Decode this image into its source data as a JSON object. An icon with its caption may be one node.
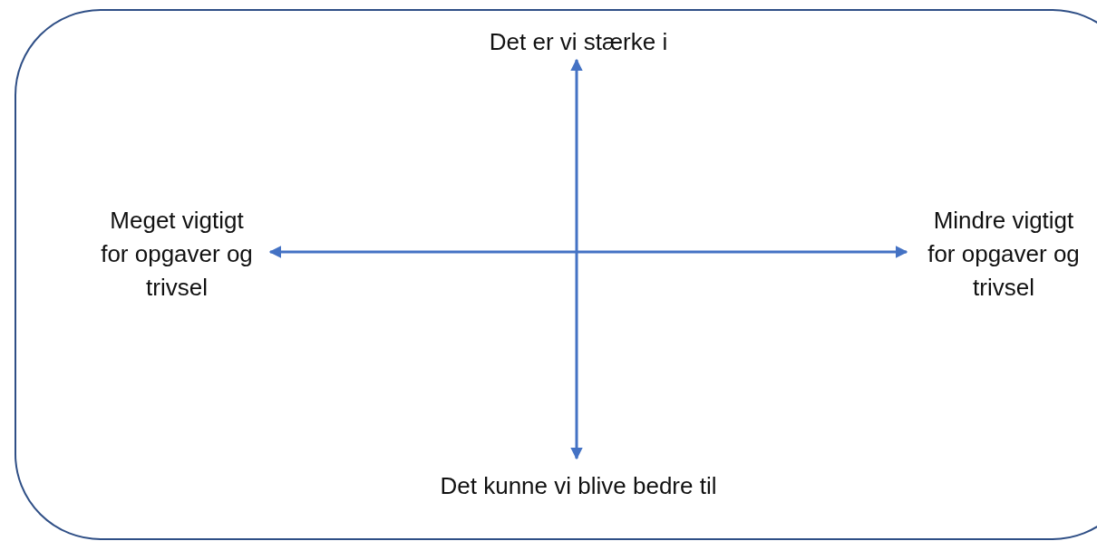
{
  "diagram": {
    "nodes": [
      {
        "text": [],
        "shape": "box"
      },
      {
        "text": [
          "Det er vi stærke i"
        ],
        "in": 0
      },
      {
        "text": [
          "Meget vigtigt for opgaver og trivsel"
        ],
        "in": 0
      },
      {
        "text": [
          "Mindre vigtigt for opgaver og trivsel"
        ],
        "in": 0
      },
      {
        "text": [
          "Det kunne vi blive bedre til"
        ],
        "in": 0
      }
    ],
    "edges": [
      {
        "from": 1,
        "to": 4,
        "arrow": "both"
      },
      {
        "from": 2,
        "to": 3,
        "arrow": "both"
      }
    ]
  }
}
